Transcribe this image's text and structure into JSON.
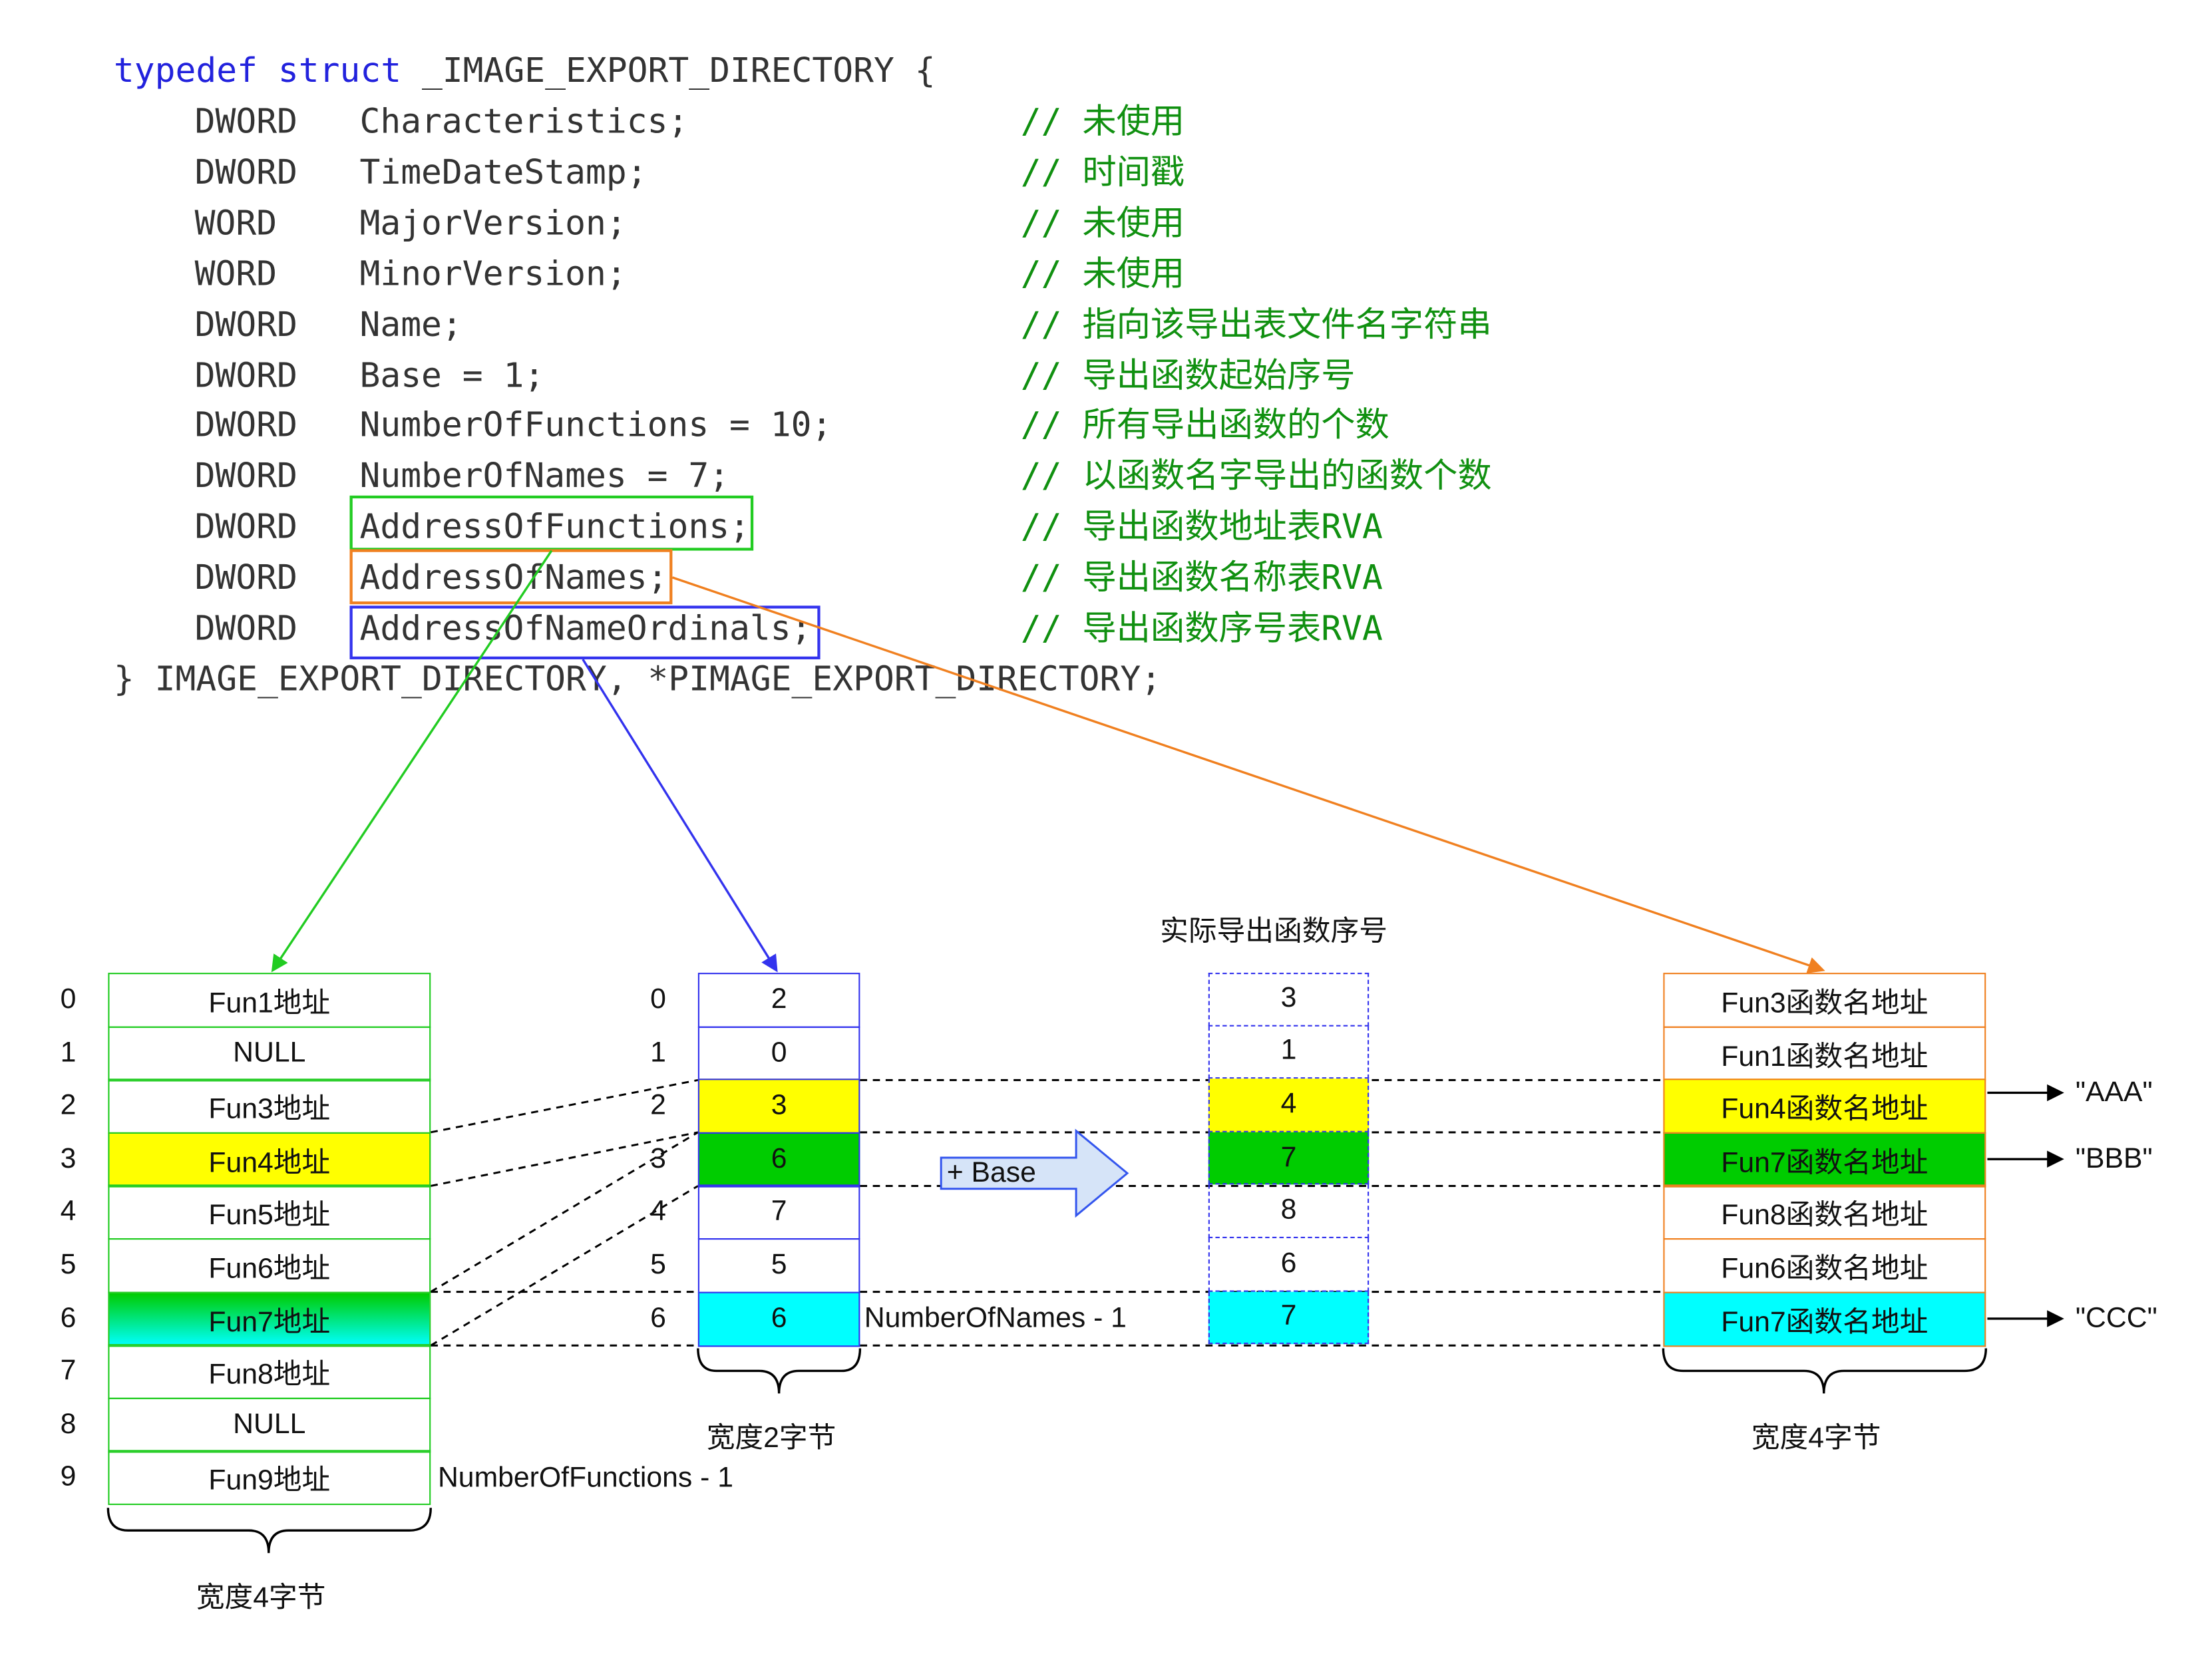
{
  "code": {
    "open_kw1": "typedef",
    "open_kw2": "struct",
    "open_rest": " _IMAGE_EXPORT_DIRECTORY {",
    "fields": [
      {
        "type": "DWORD",
        "name": "Characteristics;",
        "comment": "// 未使用"
      },
      {
        "type": "DWORD",
        "name": "TimeDateStamp;",
        "comment": "// 时间戳"
      },
      {
        "type": "WORD",
        "name": "MajorVersion;",
        "comment": "// 未使用"
      },
      {
        "type": "WORD",
        "name": "MinorVersion;",
        "comment": "// 未使用"
      },
      {
        "type": "DWORD",
        "name": "Name;",
        "comment": "// 指向该导出表文件名字符串"
      },
      {
        "type": "DWORD",
        "name": "Base = 1;",
        "comment": "// 导出函数起始序号"
      },
      {
        "type": "DWORD",
        "name": "NumberOfFunctions = 10;",
        "comment": "// 所有导出函数的个数"
      },
      {
        "type": "DWORD",
        "name": "NumberOfNames = 7;",
        "comment": "// 以函数名字导出的函数个数"
      },
      {
        "type": "DWORD",
        "name": "AddressOfFunctions;",
        "comment": "// 导出函数地址表RVA"
      },
      {
        "type": "DWORD",
        "name": "AddressOfNames;",
        "comment": "// 导出函数名称表RVA"
      },
      {
        "type": "DWORD",
        "name": "AddressOfNameOrdinals;",
        "comment": "// 导出函数序号表RVA"
      }
    ],
    "close": "} IMAGE_EXPORT_DIRECTORY, *PIMAGE_EXPORT_DIRECTORY;"
  },
  "colors": {
    "green": "#22cc22",
    "blue": "#3333ee",
    "orange": "#f08020",
    "yellow": "#ffff00",
    "bright_green": "#00cc00",
    "cyan": "#00ffff",
    "comment": "#109010",
    "keyword": "#2222dd"
  },
  "functions_table": {
    "indices": [
      "0",
      "1",
      "2",
      "3",
      "4",
      "5",
      "6",
      "7",
      "8",
      "9"
    ],
    "cells": [
      "Fun1地址",
      "NULL",
      "Fun3地址",
      "Fun4地址",
      "Fun5地址",
      "Fun6地址",
      "Fun7地址",
      "Fun8地址",
      "NULL",
      "Fun9地址"
    ],
    "last_label": "NumberOfFunctions - 1",
    "width_label": "宽度4字节"
  },
  "ordinals_table": {
    "indices": [
      "0",
      "1",
      "2",
      "3",
      "4",
      "5",
      "6"
    ],
    "cells": [
      "2",
      "0",
      "3",
      "6",
      "7",
      "5",
      "6"
    ],
    "last_label": "NumberOfNames - 1",
    "width_label": "宽度2字节"
  },
  "actual_ordinals": {
    "title": "实际导出函数序号",
    "cells": [
      "3",
      "1",
      "4",
      "7",
      "8",
      "6",
      "7"
    ]
  },
  "base_arrow_label": "+ Base",
  "names_table": {
    "cells": [
      "Fun3函数名地址",
      "Fun1函数名地址",
      "Fun4函数名地址",
      "Fun7函数名地址",
      "Fun8函数名地址",
      "Fun6函数名地址",
      "Fun7函数名地址"
    ],
    "width_label": "宽度4字节"
  },
  "name_strings": [
    "\"AAA\"",
    "\"BBB\"",
    "\"CCC\""
  ]
}
